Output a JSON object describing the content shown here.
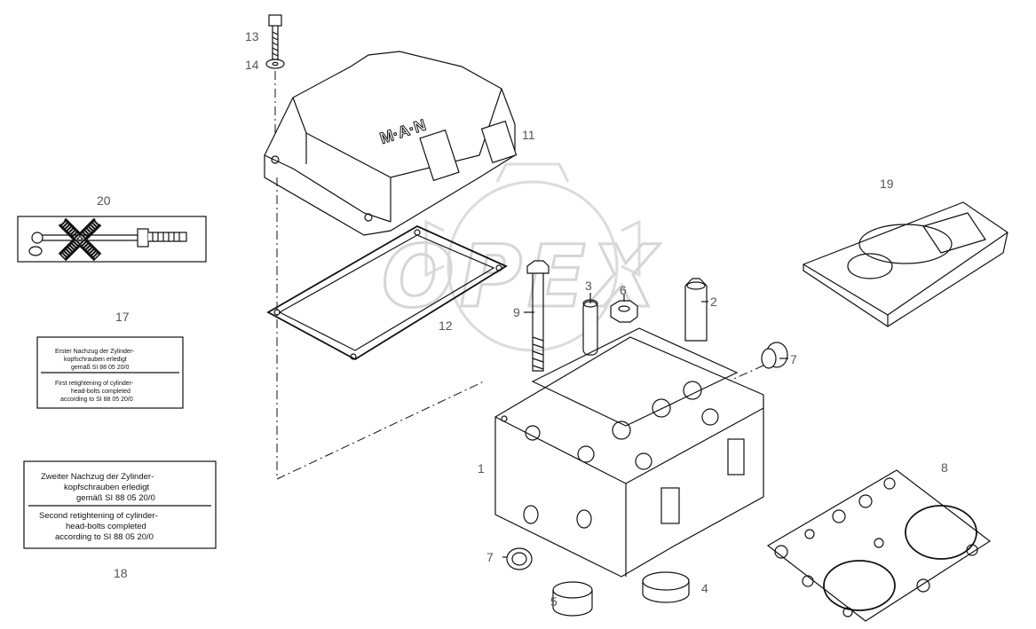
{
  "watermark": {
    "text": "OPEX"
  },
  "callouts": {
    "n1": "1",
    "n2": "2",
    "n3": "3",
    "n4": "4",
    "n5": "5",
    "n6": "6",
    "n7a": "7",
    "n7b": "7",
    "n8": "8",
    "n9": "9",
    "n11": "11",
    "n12": "12",
    "n13": "13",
    "n14": "14",
    "n17": "17",
    "n18": "18",
    "n19": "19",
    "n20": "20"
  },
  "cover_logo": {
    "text": "M·A·N"
  },
  "plate_17": {
    "line1": "Erster Nachzug der Zylinder-",
    "line2": "kopfschrauben erledigt",
    "line3": "gemäß SI 88 05 20/0",
    "line4": "First retightening of cylinder-",
    "line5": "head-bolts completed",
    "line6": "according to SI 88 05 20/0"
  },
  "plate_18": {
    "line1": "Zweiter Nachzug der Zylinder-",
    "line2": "kopfschrauben erledigt",
    "line3": "gemäß SI 88 05 20/0",
    "line4": "Second retightening of cylinder-",
    "line5": "head-bolts completed",
    "line6": "according to SI 88 05 20/0"
  },
  "icons": {
    "plate_20": "bolt-x-icon",
    "kit_19": "gasket-kit-icon"
  }
}
